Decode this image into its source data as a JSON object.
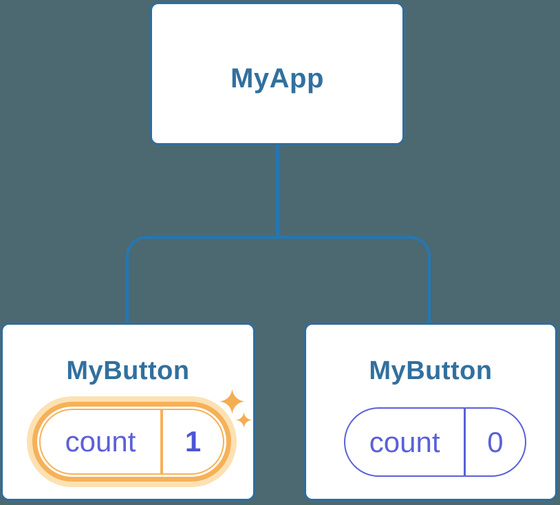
{
  "palette": {
    "canvas-bg": "#4C6972",
    "card-bg": "#FFFFFF",
    "card-border": "#2F6D9D",
    "connector": "#2577B2",
    "title-text": "#31709E",
    "purple": "#5B60D8",
    "value-bold": "#4E54D4",
    "orange": "#F6B158",
    "orange-glow": "#FCE1B3",
    "sparkle": "#F5AD52"
  },
  "diagram": {
    "root": {
      "title": "MyApp"
    },
    "children": [
      {
        "title": "MyButton",
        "state": {
          "label": "count",
          "value": "1"
        },
        "highlighted": true
      },
      {
        "title": "MyButton",
        "state": {
          "label": "count",
          "value": "0"
        },
        "highlighted": false
      }
    ]
  }
}
